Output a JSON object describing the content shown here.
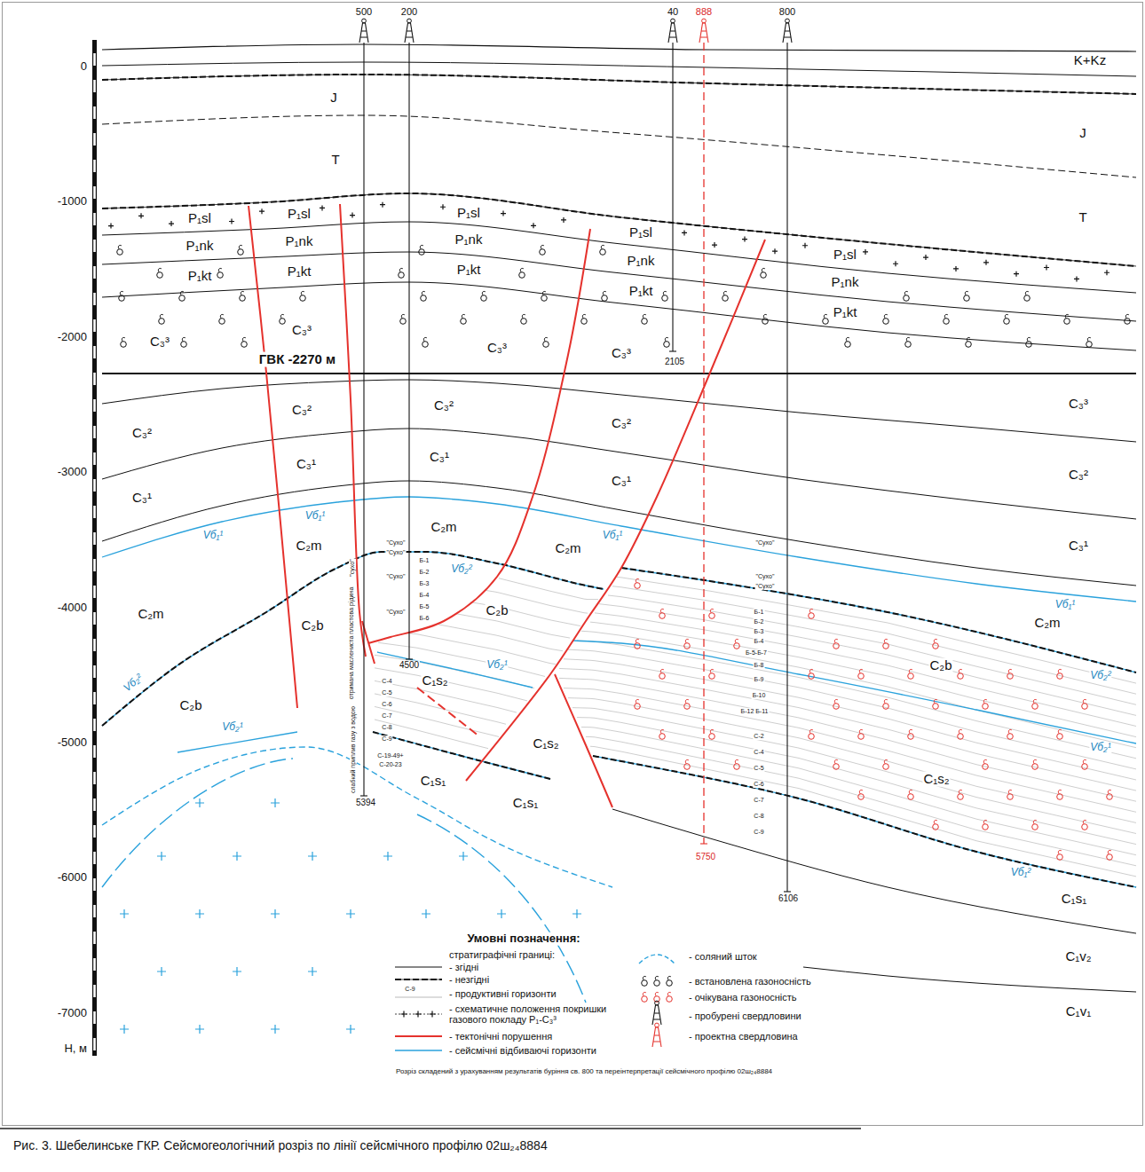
{
  "diagram": {
    "caption": "Рис. 3. Шебелинське ГКР. Сейсмогеологічний розріз по лінії сейсмічного профілю 02ш₂₄8884",
    "labels": [
      "500",
      "200",
      "40",
      "888",
      "800",
      "0",
      "-1000",
      "-2000",
      "-3000",
      "-4000",
      "-5000",
      "-6000",
      "-7000",
      "Н, м",
      "K+Kz",
      "J",
      "J",
      "T",
      "T",
      "P₁sl",
      "P₁nk",
      "P₁kt",
      "C₃³",
      "P₁sl",
      "P₁nk",
      "P₁kt",
      "C₃³",
      "P₁sl",
      "P₁nk",
      "P₁kt",
      "C₃³",
      "P₁sl",
      "P₁nk",
      "P₁kt",
      "C₃³",
      "P₁sl",
      "P₁nk",
      "P₁kt",
      "2105",
      "ГВК -2270 м",
      "C₃³",
      "C₃²",
      "C₃²",
      "C₃²",
      "C₃²",
      "C₃²",
      "C₃¹",
      "C₃¹",
      "C₃¹",
      "C₃¹",
      "C₃¹",
      "Vб₁¹",
      "Vб₁¹",
      "Vб₁¹",
      "Vб₁¹",
      "C₂m",
      "C₂m",
      "C₂m",
      "C₂m",
      "C₂m",
      "Vб₂²",
      "Vб₂²",
      "Vб₂²",
      "C₂b",
      "C₂b",
      "C₂b",
      "C₂b",
      "Vб₂¹",
      "Vб₂¹",
      "Vб₂¹",
      "C₁s₂",
      "C₁s₂",
      "C₁s₂",
      "C₁s₁",
      "C₁s₁",
      "Vб₁²",
      "C₁s₁",
      "C₁v₂",
      "C₁v₁",
      "4500",
      "5394",
      "5750",
      "6106",
      "\"Сухо\"",
      "\"Сухо\"",
      "\"Сухо\"",
      "\"Сухо\"",
      "Б-1",
      "Б-2",
      "Б-3",
      "Б-4",
      "Б-5",
      "Б-6",
      "С-4",
      "С-5",
      "С-6",
      "С-7",
      "С-8",
      "С-9",
      "С-19-49+",
      "С-20-23",
      "\"сухо\"",
      "отримана маслениста пластова рідина",
      "слабкий приплив газу з водою",
      "\"Сухо\"",
      "\"Сухо\"",
      "\"Сухо\"",
      "Б-1",
      "Б-2",
      "Б-3",
      "Б-4",
      "Б-5-Б-7",
      "Б-8",
      "Б-9",
      "Б-10",
      "Б-12 Б-11",
      "С-2",
      "С-4",
      "С-5",
      "С-6",
      "С-7",
      "С-8",
      "С-9",
      "Умовні позначення:",
      "стратиграфічні границі:",
      "С-9",
      "Розріз складений з урахуванням результатів буріння св. 800 та переінтерпретації сейсмічного профілю 02ш₂₄8884"
    ],
    "legend": [
      {
        "text": "- згідні"
      },
      {
        "text": "- незгідні"
      },
      {
        "text": "- продуктивні горизонти"
      },
      {
        "text": "- схематичне положення покришки газового покладу P₁-C₃³"
      },
      {
        "text": "- тектонічні порушення"
      },
      {
        "text": "- сейсмічні відбиваючі горизонти"
      },
      {
        "text": "- соляний шток"
      },
      {
        "text": "- встановлена газоносність"
      },
      {
        "text": "- очікувана газоносність"
      },
      {
        "text": "- пробурені свердловини"
      },
      {
        "text": "- проектна свердловина"
      }
    ]
  }
}
